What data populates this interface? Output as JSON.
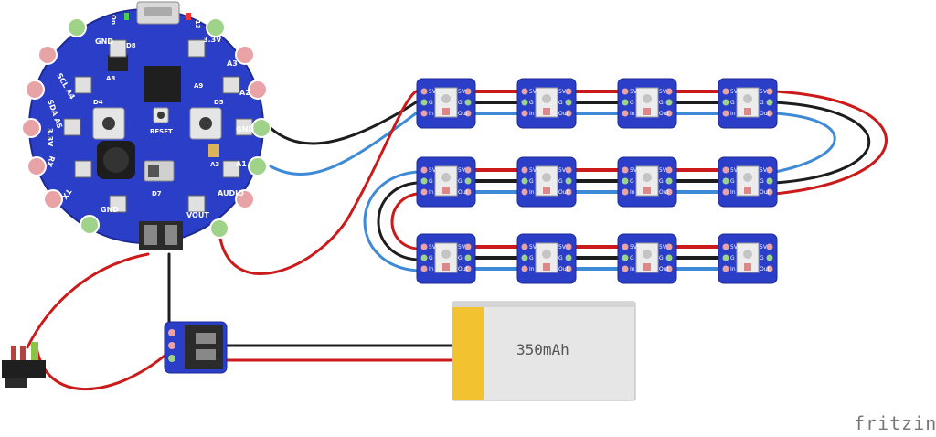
{
  "colors": {
    "board_blue": "#2b3ec8",
    "pad_pink": "#e8a3a6",
    "pad_green": "#9fd38a",
    "wire_red": "#cc1a1a",
    "wire_black": "#1d1d1d",
    "wire_blue": "#3f8ad6",
    "battery_yellow": "#f2c230",
    "battery_body": "#e6e6e6"
  },
  "board": {
    "pads_left": [
      "GND",
      "SCL A4",
      "SDA A5",
      "3.3V",
      "RX",
      "TX",
      "GND"
    ],
    "pads_right": [
      "3.3V",
      "A3",
      "A2",
      "GND",
      "A1",
      "AUDIO",
      "VOUT"
    ],
    "silkscreen": [
      "D8",
      "A8",
      "D4",
      "D5",
      "A9",
      "RESET",
      "A3",
      "D7",
      "D13",
      "On"
    ]
  },
  "strips": {
    "pixel_pin_left": [
      "5V",
      "G",
      "In"
    ],
    "pixel_pin_right": [
      "5V",
      "G",
      "Out"
    ]
  },
  "battery": {
    "capacity_label": "350mAh"
  },
  "watermark": "fritzing"
}
